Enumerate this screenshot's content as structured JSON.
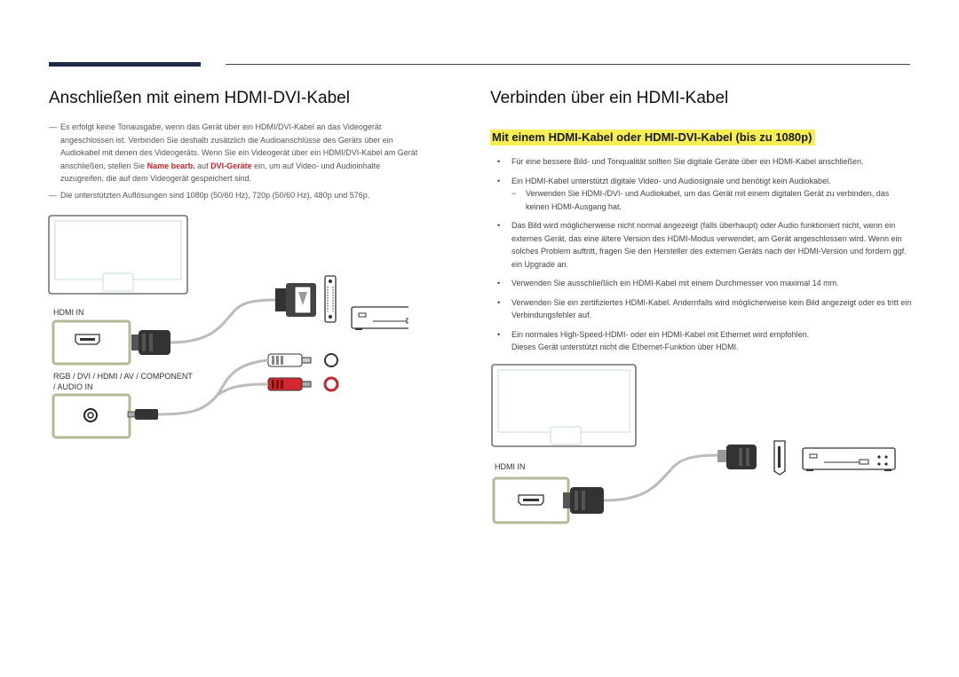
{
  "left": {
    "title": "Anschließen mit einem HDMI-DVI-Kabel",
    "note1": {
      "dash": "―",
      "pre": "Es erfolgt keine Tonausgabe, wenn das Gerät über ein HDMI/DVI-Kabel an das Videogerät angeschlossen ist. Verbinden Sie deshalb zusätzlich die Audioanschlüsse des Geräts über ein Audiokabel mit denen des Videogeräts. Wenn Sie ein Videogerät über ein HDMI/DVI-Kabel am Gerät anschließen, stellen Sie ",
      "hl1": "Name bearb.",
      "mid": " auf ",
      "hl2": "DVI-Geräte",
      "post": " ein, um auf Video- und Audioinhalte zuzugreifen, die auf dem Videogerät gespeichert sind."
    },
    "note2": {
      "dash": "―",
      "text": "Die unterstützten Auflösungen sind 1080p (50/60 Hz), 720p (50/60 Hz), 480p und 576p."
    },
    "diagram": {
      "port1_label": "HDMI IN",
      "port2_label_line1": "RGB / DVI / HDMI / AV / COMPONENT",
      "port2_label_line2": "/ AUDIO IN"
    }
  },
  "right": {
    "title": "Verbinden über ein HDMI-Kabel",
    "subtitle": "Mit einem HDMI-Kabel oder HDMI-DVI-Kabel (bis zu 1080p)",
    "bullet_symbol": "•",
    "dash_symbol": "−",
    "b1": "Für eine bessere Bild- und Tonqualität sollten Sie digitale Geräte über ein HDMI-Kabel anschließen.",
    "b2": "Ein HDMI-Kabel unterstützt digitale Video- und Audiosignale und benötigt kein Audiokabel.",
    "b2_sub": "Verwenden Sie HDMI-/DVI- und Audiokabel, um das Gerät mit einem digitalen Gerät zu verbinden, das keinen HDMI-Ausgang hat.",
    "b3": "Das Bild wird möglicherweise nicht normal angezeigt (falls überhaupt) oder Audio funktioniert nicht, wenn ein externes Gerät, das eine ältere Version des HDMI-Modus verwendet, am Gerät angeschlossen wird. Wenn ein solches Problem auftritt, fragen Sie den Hersteller des externen Geräts nach der HDMI-Version und fordern ggf. ein Upgrade an.",
    "b4": "Verwenden Sie ausschließlich ein HDMI-Kabel mit einem Durchmesser von maximal 14 mm.",
    "b5": "Verwenden Sie ein zertifiziertes HDMI-Kabel. Andernfalls wird möglicherweise kein Bild angezeigt oder es tritt ein Verbindungsfehler auf.",
    "b6": "Ein normales High-Speed-HDMI- oder ein HDMI-Kabel mit Ethernet wird empfohlen.",
    "b6_cont": "Dieses Gerät unterstützt nicht die Ethernet-Funktion über HDMI.",
    "diagram": {
      "port_label": "HDMI IN"
    }
  },
  "colors": {
    "accent_bar": "#1f2a4a",
    "highlight": "#f6ee53",
    "setting_text": "#c0282d",
    "port_frame": "#b7b897",
    "screen_outline": "#c8dcd3"
  }
}
